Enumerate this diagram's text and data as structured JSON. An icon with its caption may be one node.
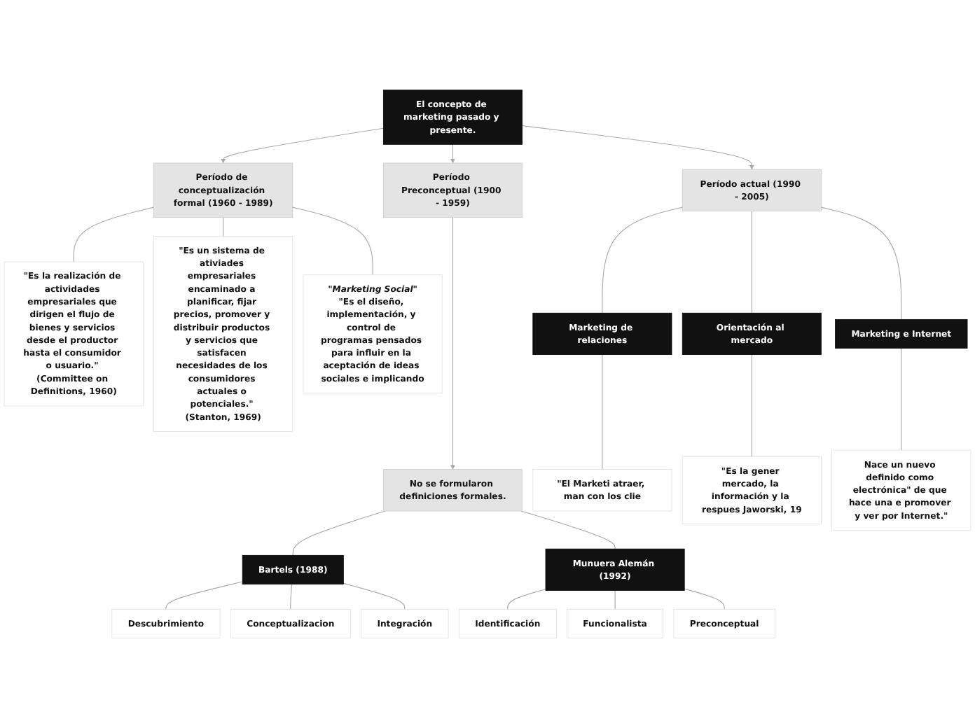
{
  "diagram": {
    "nodes": [
      {
        "text": [
          "El concepto de marketing pasado y presente."
        ]
      },
      {
        "text": [
          "Período Preconceptual (1900 - 1959)"
        ]
      },
      {
        "text": [
          "Período de conceptualización formal (1960 - 1989)"
        ]
      },
      {
        "text": [
          "Período actual (1990 - 2005)"
        ]
      },
      {
        "text": [
          "No se formularon definiciones formales."
        ]
      },
      {
        "text": [
          "Bartels (1988)"
        ]
      },
      {
        "text": [
          "Munuera Alemán (1992)"
        ]
      },
      {
        "text": [
          "Descubrimiento"
        ]
      },
      {
        "text": [
          "Conceptualizacion"
        ]
      },
      {
        "text": [
          "Integración"
        ]
      },
      {
        "text": [
          "Identificación"
        ]
      },
      {
        "text": [
          "Funcionalista"
        ]
      },
      {
        "text": [
          "Preconceptual"
        ]
      },
      {
        "text": [
          "\"Es la realización de actividades empresariales que dirigen el flujo de bienes y servicios desde el productor hasta el consumidor o usuario.\" (Committee on Definitions, 1960)"
        ]
      },
      {
        "text": [
          "\"Es un sistema de ativiades empresariales encaminado a planificar, fijar precios, promover y distribuir productos y servicios que satisfacen necesidades de los consumidores actuales o potenciales.\" (Stanton, 1969)"
        ]
      },
      {
        "text": [
          "\"Marketing Social\"",
          "\"Es el diseño, implementación, y control de programas pensados para influir en la aceptación de ideas sociales e implicando"
        ]
      },
      {
        "text": [
          "Marketing de relaciones"
        ]
      },
      {
        "text": [
          "Orientación al mercado"
        ]
      },
      {
        "text": [
          "Marketing e Internet"
        ]
      },
      {
        "text": [
          "\"El Marketi atraer, man con los clie"
        ]
      },
      {
        "text": [
          "\"Es la gener mercado, la información y la respues Jaworski, 19"
        ]
      },
      {
        "text": [
          "Nace un nuevo definido como electrónica\" de que hace una e promover y ver por Internet.\""
        ]
      }
    ],
    "edges": [
      {
        "from": 0,
        "to": 1,
        "arrow": "to"
      },
      {
        "from": 0,
        "to": 2,
        "arrow": "to"
      },
      {
        "from": 0,
        "to": 3,
        "arrow": "to"
      },
      {
        "from": 1,
        "to": 4,
        "arrow": "to"
      },
      {
        "from": 4,
        "to": 5,
        "arrow": "none"
      },
      {
        "from": 4,
        "to": 6,
        "arrow": "none"
      },
      {
        "from": 5,
        "to": 7,
        "arrow": "none"
      },
      {
        "from": 5,
        "to": 8,
        "arrow": "none"
      },
      {
        "from": 5,
        "to": 9,
        "arrow": "none"
      },
      {
        "from": 6,
        "to": 10,
        "arrow": "none"
      },
      {
        "from": 6,
        "to": 11,
        "arrow": "none"
      },
      {
        "from": 6,
        "to": 12,
        "arrow": "none"
      },
      {
        "from": 2,
        "to": 13,
        "arrow": "none"
      },
      {
        "from": 2,
        "to": 14,
        "arrow": "none"
      },
      {
        "from": 2,
        "to": 15,
        "arrow": "none"
      },
      {
        "from": 3,
        "to": 16,
        "arrow": "none"
      },
      {
        "from": 3,
        "to": 17,
        "arrow": "none"
      },
      {
        "from": 3,
        "to": 18,
        "arrow": "none"
      },
      {
        "from": 16,
        "to": 19,
        "arrow": "none"
      },
      {
        "from": 17,
        "to": 20,
        "arrow": "none"
      },
      {
        "from": 18,
        "to": 21,
        "arrow": "none"
      }
    ]
  }
}
